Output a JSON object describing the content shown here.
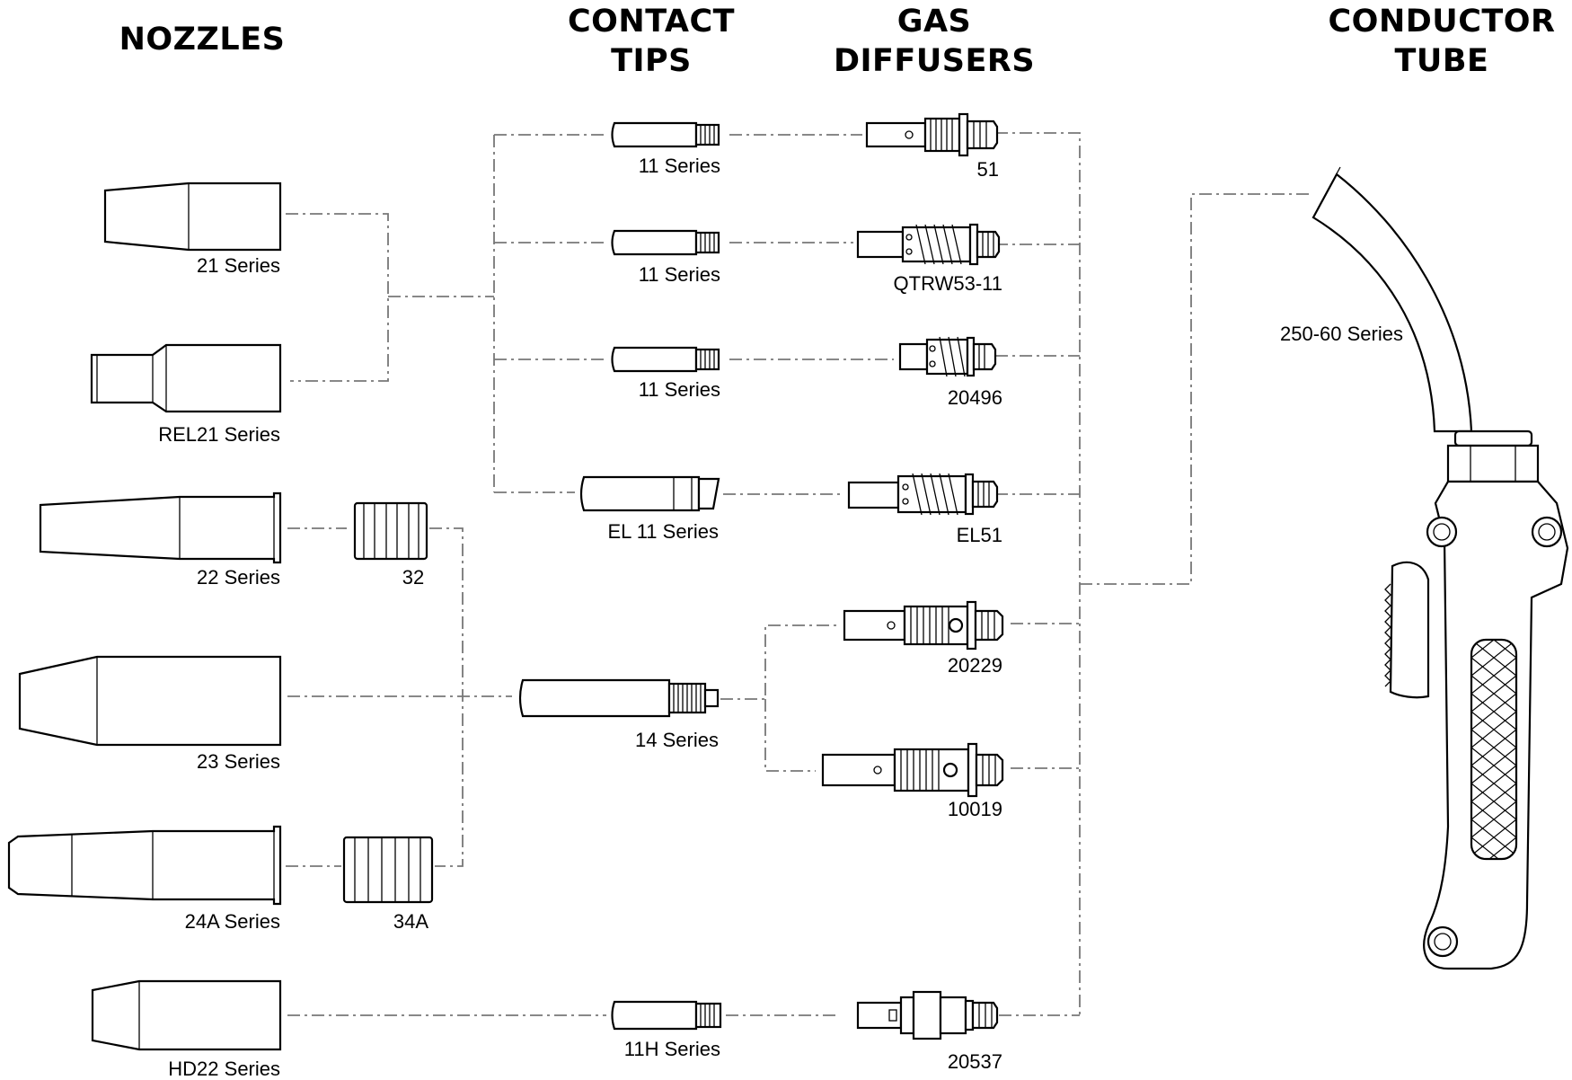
{
  "headings": {
    "nozzles": "NOZZLES",
    "contact_tips_line1": "CONTACT",
    "contact_tips_line2": "TIPS",
    "gas_diffusers_line1": "GAS",
    "gas_diffusers_line2": "DIFFUSERS",
    "conductor_tube_line1": "CONDUCTOR",
    "conductor_tube_line2": "TUBE"
  },
  "nozzles": {
    "n21": "21 Series",
    "rel21": "REL21 Series",
    "n22": "22 Series",
    "n23": "23 Series",
    "n24a": "24A Series",
    "hd22": "HD22 Series"
  },
  "insulators": {
    "i32": "32",
    "i34a": "34A"
  },
  "contact_tips": {
    "t11a": "11 Series",
    "t11b": "11 Series",
    "t11c": "11 Series",
    "el11": "EL 11 Series",
    "t14": "14 Series",
    "t11h": "11H Series"
  },
  "gas_diffusers": {
    "d51": "51",
    "qtrw": "QTRW53-11",
    "d20496": "20496",
    "el51": "EL51",
    "d20229": "20229",
    "d10019": "10019",
    "d20537": "20537"
  },
  "conductor_tube": {
    "label": "250-60 Series"
  }
}
